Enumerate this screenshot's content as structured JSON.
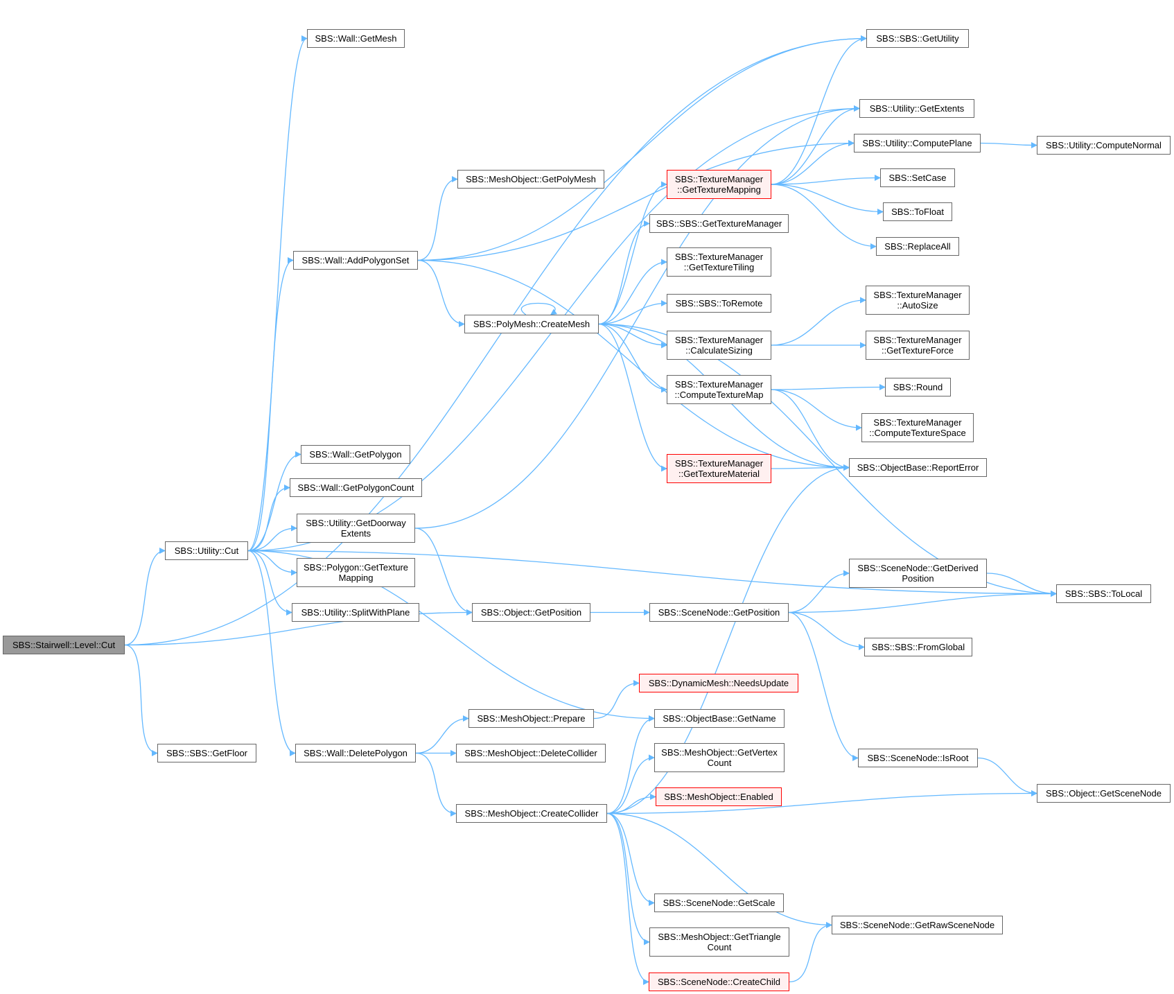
{
  "diagram": {
    "edge_color": "#63b8ff",
    "root_fill": "#999999",
    "truncated_border": "#ff0000",
    "nodes": [
      {
        "id": "stairwell_level_cut",
        "label": "SBS::Stairwell::Level::Cut",
        "style": "root"
      },
      {
        "id": "utility_cut",
        "label": "SBS::Utility::Cut"
      },
      {
        "id": "sbs_getfloor",
        "label": "SBS::SBS::GetFloor"
      },
      {
        "id": "wall_getmesh",
        "label": "SBS::Wall::GetMesh"
      },
      {
        "id": "wall_addpolygonset",
        "label": "SBS::Wall::AddPolygonSet"
      },
      {
        "id": "wall_getpolygon",
        "label": "SBS::Wall::GetPolygon"
      },
      {
        "id": "wall_getpolygoncount",
        "label": "SBS::Wall::GetPolygonCount"
      },
      {
        "id": "utility_getdoorwayextents",
        "label": "SBS::Utility::GetDoorway\nExtents"
      },
      {
        "id": "polygon_gettexturemapping",
        "label": "SBS::Polygon::GetTexture\nMapping"
      },
      {
        "id": "utility_splitwithplane",
        "label": "SBS::Utility::SplitWithPlane"
      },
      {
        "id": "wall_deletepolygon",
        "label": "SBS::Wall::DeletePolygon"
      },
      {
        "id": "meshobject_getpolymesh",
        "label": "SBS::MeshObject::GetPolyMesh"
      },
      {
        "id": "polymesh_createmesh",
        "label": "SBS::PolyMesh::CreateMesh"
      },
      {
        "id": "object_getposition",
        "label": "SBS::Object::GetPosition"
      },
      {
        "id": "meshobject_prepare",
        "label": "SBS::MeshObject::Prepare"
      },
      {
        "id": "meshobject_deletecollider",
        "label": "SBS::MeshObject::DeleteCollider"
      },
      {
        "id": "meshobject_createcollider",
        "label": "SBS::MeshObject::CreateCollider"
      },
      {
        "id": "tm_gettexturemapping",
        "label": "SBS::TextureManager\n::GetTextureMapping",
        "style": "truncated"
      },
      {
        "id": "sbs_gettexturemanager",
        "label": "SBS::SBS::GetTextureManager"
      },
      {
        "id": "tm_gettexturetiling",
        "label": "SBS::TextureManager\n::GetTextureTiling"
      },
      {
        "id": "sbs_toremote",
        "label": "SBS::SBS::ToRemote"
      },
      {
        "id": "tm_calculatesizing",
        "label": "SBS::TextureManager\n::CalculateSizing"
      },
      {
        "id": "tm_computetexturemap",
        "label": "SBS::TextureManager\n::ComputeTextureMap"
      },
      {
        "id": "tm_gettexturematerial",
        "label": "SBS::TextureManager\n::GetTextureMaterial",
        "style": "truncated"
      },
      {
        "id": "scenenode_getposition",
        "label": "SBS::SceneNode::GetPosition"
      },
      {
        "id": "dynamicmesh_needsupdate",
        "label": "SBS::DynamicMesh::NeedsUpdate",
        "style": "truncated"
      },
      {
        "id": "objectbase_getname",
        "label": "SBS::ObjectBase::GetName"
      },
      {
        "id": "meshobject_getvertexcount",
        "label": "SBS::MeshObject::GetVertex\nCount"
      },
      {
        "id": "meshobject_enabled",
        "label": "SBS::MeshObject::Enabled",
        "style": "truncated"
      },
      {
        "id": "scenenode_getscale",
        "label": "SBS::SceneNode::GetScale"
      },
      {
        "id": "meshobject_gettrianglecount",
        "label": "SBS::MeshObject::GetTriangle\nCount"
      },
      {
        "id": "scenenode_createchild",
        "label": "SBS::SceneNode::CreateChild",
        "style": "truncated"
      },
      {
        "id": "sbs_getutility",
        "label": "SBS::SBS::GetUtility"
      },
      {
        "id": "utility_getextents",
        "label": "SBS::Utility::GetExtents"
      },
      {
        "id": "utility_computeplane",
        "label": "SBS::Utility::ComputePlane"
      },
      {
        "id": "sbs_setcase",
        "label": "SBS::SetCase"
      },
      {
        "id": "sbs_tofloat",
        "label": "SBS::ToFloat"
      },
      {
        "id": "sbs_replaceall",
        "label": "SBS::ReplaceAll"
      },
      {
        "id": "tm_autosize",
        "label": "SBS::TextureManager\n::AutoSize"
      },
      {
        "id": "tm_gettextureforce",
        "label": "SBS::TextureManager\n::GetTextureForce"
      },
      {
        "id": "sbs_round",
        "label": "SBS::Round"
      },
      {
        "id": "tm_computetexturespace",
        "label": "SBS::TextureManager\n::ComputeTextureSpace"
      },
      {
        "id": "objectbase_reporterror",
        "label": "SBS::ObjectBase::ReportError"
      },
      {
        "id": "scenenode_getderivedposition",
        "label": "SBS::SceneNode::GetDerived\nPosition"
      },
      {
        "id": "sbs_fromglobal",
        "label": "SBS::SBS::FromGlobal"
      },
      {
        "id": "scenenode_isroot",
        "label": "SBS::SceneNode::IsRoot"
      },
      {
        "id": "scenenode_getrawscenenode",
        "label": "SBS::SceneNode::GetRawSceneNode"
      },
      {
        "id": "utility_computenormal",
        "label": "SBS::Utility::ComputeNormal"
      },
      {
        "id": "sbs_tolocal",
        "label": "SBS::SBS::ToLocal"
      },
      {
        "id": "object_getscenenode",
        "label": "SBS::Object::GetSceneNode"
      }
    ],
    "edges": [
      [
        "stairwell_level_cut",
        "utility_cut"
      ],
      [
        "stairwell_level_cut",
        "sbs_getfloor"
      ],
      [
        "stairwell_level_cut",
        "object_getposition"
      ],
      [
        "stairwell_level_cut",
        "sbs_getutility"
      ],
      [
        "utility_cut",
        "wall_getmesh"
      ],
      [
        "utility_cut",
        "wall_addpolygonset"
      ],
      [
        "utility_cut",
        "wall_getpolygon"
      ],
      [
        "utility_cut",
        "wall_getpolygoncount"
      ],
      [
        "utility_cut",
        "utility_getdoorwayextents"
      ],
      [
        "utility_cut",
        "polygon_gettexturemapping"
      ],
      [
        "utility_cut",
        "utility_splitwithplane"
      ],
      [
        "utility_cut",
        "wall_deletepolygon"
      ],
      [
        "utility_cut",
        "utility_getextents"
      ],
      [
        "utility_cut",
        "objectbase_getname"
      ],
      [
        "utility_cut",
        "sbs_tolocal"
      ],
      [
        "wall_addpolygonset",
        "meshobject_getpolymesh"
      ],
      [
        "wall_addpolygonset",
        "polymesh_createmesh"
      ],
      [
        "wall_addpolygonset",
        "sbs_getutility"
      ],
      [
        "wall_addpolygonset",
        "utility_computeplane"
      ],
      [
        "wall_addpolygonset",
        "objectbase_reporterror"
      ],
      [
        "utility_getdoorwayextents",
        "utility_getextents"
      ],
      [
        "utility_getdoorwayextents",
        "object_getposition"
      ],
      [
        "polymesh_createmesh",
        "polymesh_createmesh"
      ],
      [
        "polymesh_createmesh",
        "tm_gettexturemapping"
      ],
      [
        "polymesh_createmesh",
        "sbs_gettexturemanager"
      ],
      [
        "polymesh_createmesh",
        "tm_gettexturetiling"
      ],
      [
        "polymesh_createmesh",
        "sbs_toremote"
      ],
      [
        "polymesh_createmesh",
        "tm_calculatesizing"
      ],
      [
        "polymesh_createmesh",
        "tm_computetexturemap"
      ],
      [
        "polymesh_createmesh",
        "tm_gettexturematerial"
      ],
      [
        "polymesh_createmesh",
        "objectbase_reporterror"
      ],
      [
        "polymesh_createmesh",
        "sbs_tolocal"
      ],
      [
        "tm_gettexturemapping",
        "sbs_getutility"
      ],
      [
        "tm_gettexturemapping",
        "utility_getextents"
      ],
      [
        "tm_gettexturemapping",
        "utility_computeplane"
      ],
      [
        "tm_gettexturemapping",
        "sbs_setcase"
      ],
      [
        "tm_gettexturemapping",
        "sbs_tofloat"
      ],
      [
        "tm_gettexturemapping",
        "sbs_replaceall"
      ],
      [
        "utility_computeplane",
        "utility_computenormal"
      ],
      [
        "tm_calculatesizing",
        "tm_autosize"
      ],
      [
        "tm_calculatesizing",
        "tm_gettextureforce"
      ],
      [
        "tm_computetexturemap",
        "sbs_round"
      ],
      [
        "tm_computetexturemap",
        "tm_computetexturespace"
      ],
      [
        "tm_computetexturemap",
        "objectbase_reporterror"
      ],
      [
        "tm_gettexturematerial",
        "objectbase_reporterror"
      ],
      [
        "object_getposition",
        "scenenode_getposition"
      ],
      [
        "scenenode_getposition",
        "scenenode_getderivedposition"
      ],
      [
        "scenenode_getposition",
        "sbs_tolocal"
      ],
      [
        "scenenode_getposition",
        "sbs_fromglobal"
      ],
      [
        "scenenode_getposition",
        "scenenode_isroot"
      ],
      [
        "scenenode_getderivedposition",
        "sbs_tolocal"
      ],
      [
        "scenenode_isroot",
        "object_getscenenode"
      ],
      [
        "wall_deletepolygon",
        "meshobject_prepare"
      ],
      [
        "wall_deletepolygon",
        "meshobject_deletecollider"
      ],
      [
        "wall_deletepolygon",
        "meshobject_createcollider"
      ],
      [
        "meshobject_prepare",
        "dynamicmesh_needsupdate"
      ],
      [
        "meshobject_createcollider",
        "objectbase_reporterror"
      ],
      [
        "meshobject_createcollider",
        "objectbase_getname"
      ],
      [
        "meshobject_createcollider",
        "meshobject_getvertexcount"
      ],
      [
        "meshobject_createcollider",
        "meshobject_enabled"
      ],
      [
        "meshobject_createcollider",
        "object_getscenenode"
      ],
      [
        "meshobject_createcollider",
        "scenenode_getscale"
      ],
      [
        "meshobject_createcollider",
        "meshobject_gettrianglecount"
      ],
      [
        "meshobject_createcollider",
        "scenenode_createchild"
      ],
      [
        "meshobject_createcollider",
        "scenenode_getrawscenenode"
      ],
      [
        "scenenode_createchild",
        "scenenode_getrawscenenode"
      ]
    ]
  }
}
